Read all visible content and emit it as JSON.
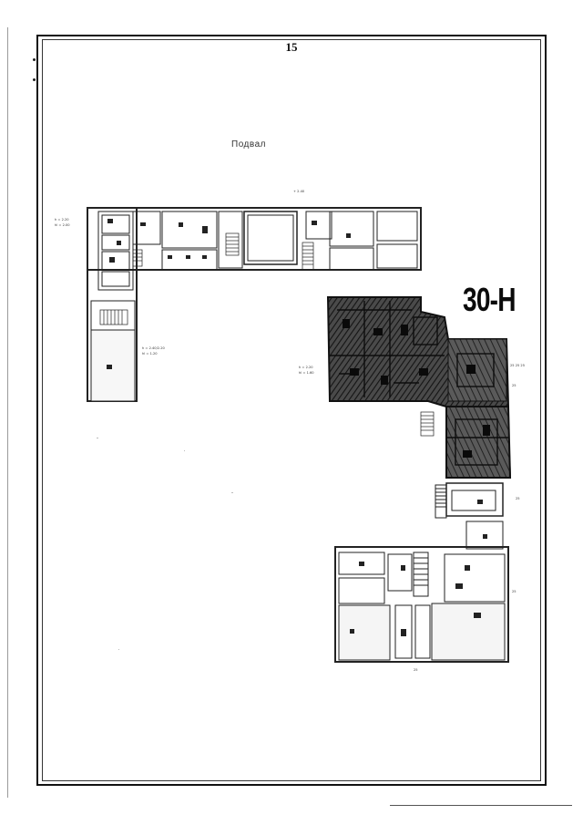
{
  "page": {
    "number": "15",
    "floor_label": "Подвал",
    "unit_label": "30-Н"
  },
  "plan": {
    "marks": {
      "top_level": "+ 2.40",
      "left_level_a": "h = 2.20",
      "left_level_b": "hl = 2.00",
      "left_mid_level_a": "h = 2.40/2.20",
      "left_mid_level_b": "hl = 1.20",
      "center_level_a": "h = 2.20",
      "center_level_b": "hl = 1.60",
      "right_upper": "25 25 25",
      "right_side_a": "25",
      "right_side_b": "25",
      "right_side_c": "25",
      "bottom_center": "25"
    },
    "colors": {
      "line": "#222222",
      "hatch": "#3a3a3a",
      "hatch_dark": "#1c1c1c",
      "light_fill": "#f2f2f2"
    }
  }
}
